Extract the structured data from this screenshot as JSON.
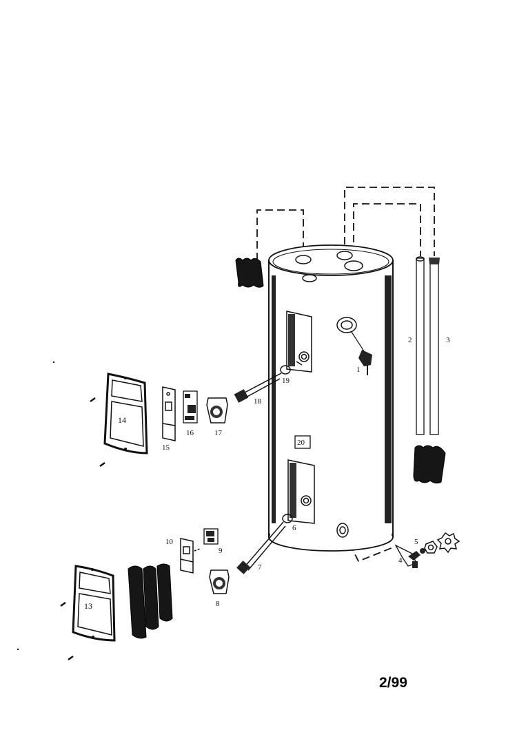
{
  "labels": {
    "p1": "1",
    "p2": "2",
    "p3": "3",
    "p4": "4",
    "p5": "5",
    "p6": "6",
    "p7": "7",
    "p8": "8",
    "p9": "9",
    "p10": "10",
    "p13": "13",
    "p14": "14",
    "p15": "15",
    "p16": "16",
    "p17": "17",
    "p18": "18",
    "p19": "19",
    "p20": "20"
  },
  "date_code": "2/99"
}
